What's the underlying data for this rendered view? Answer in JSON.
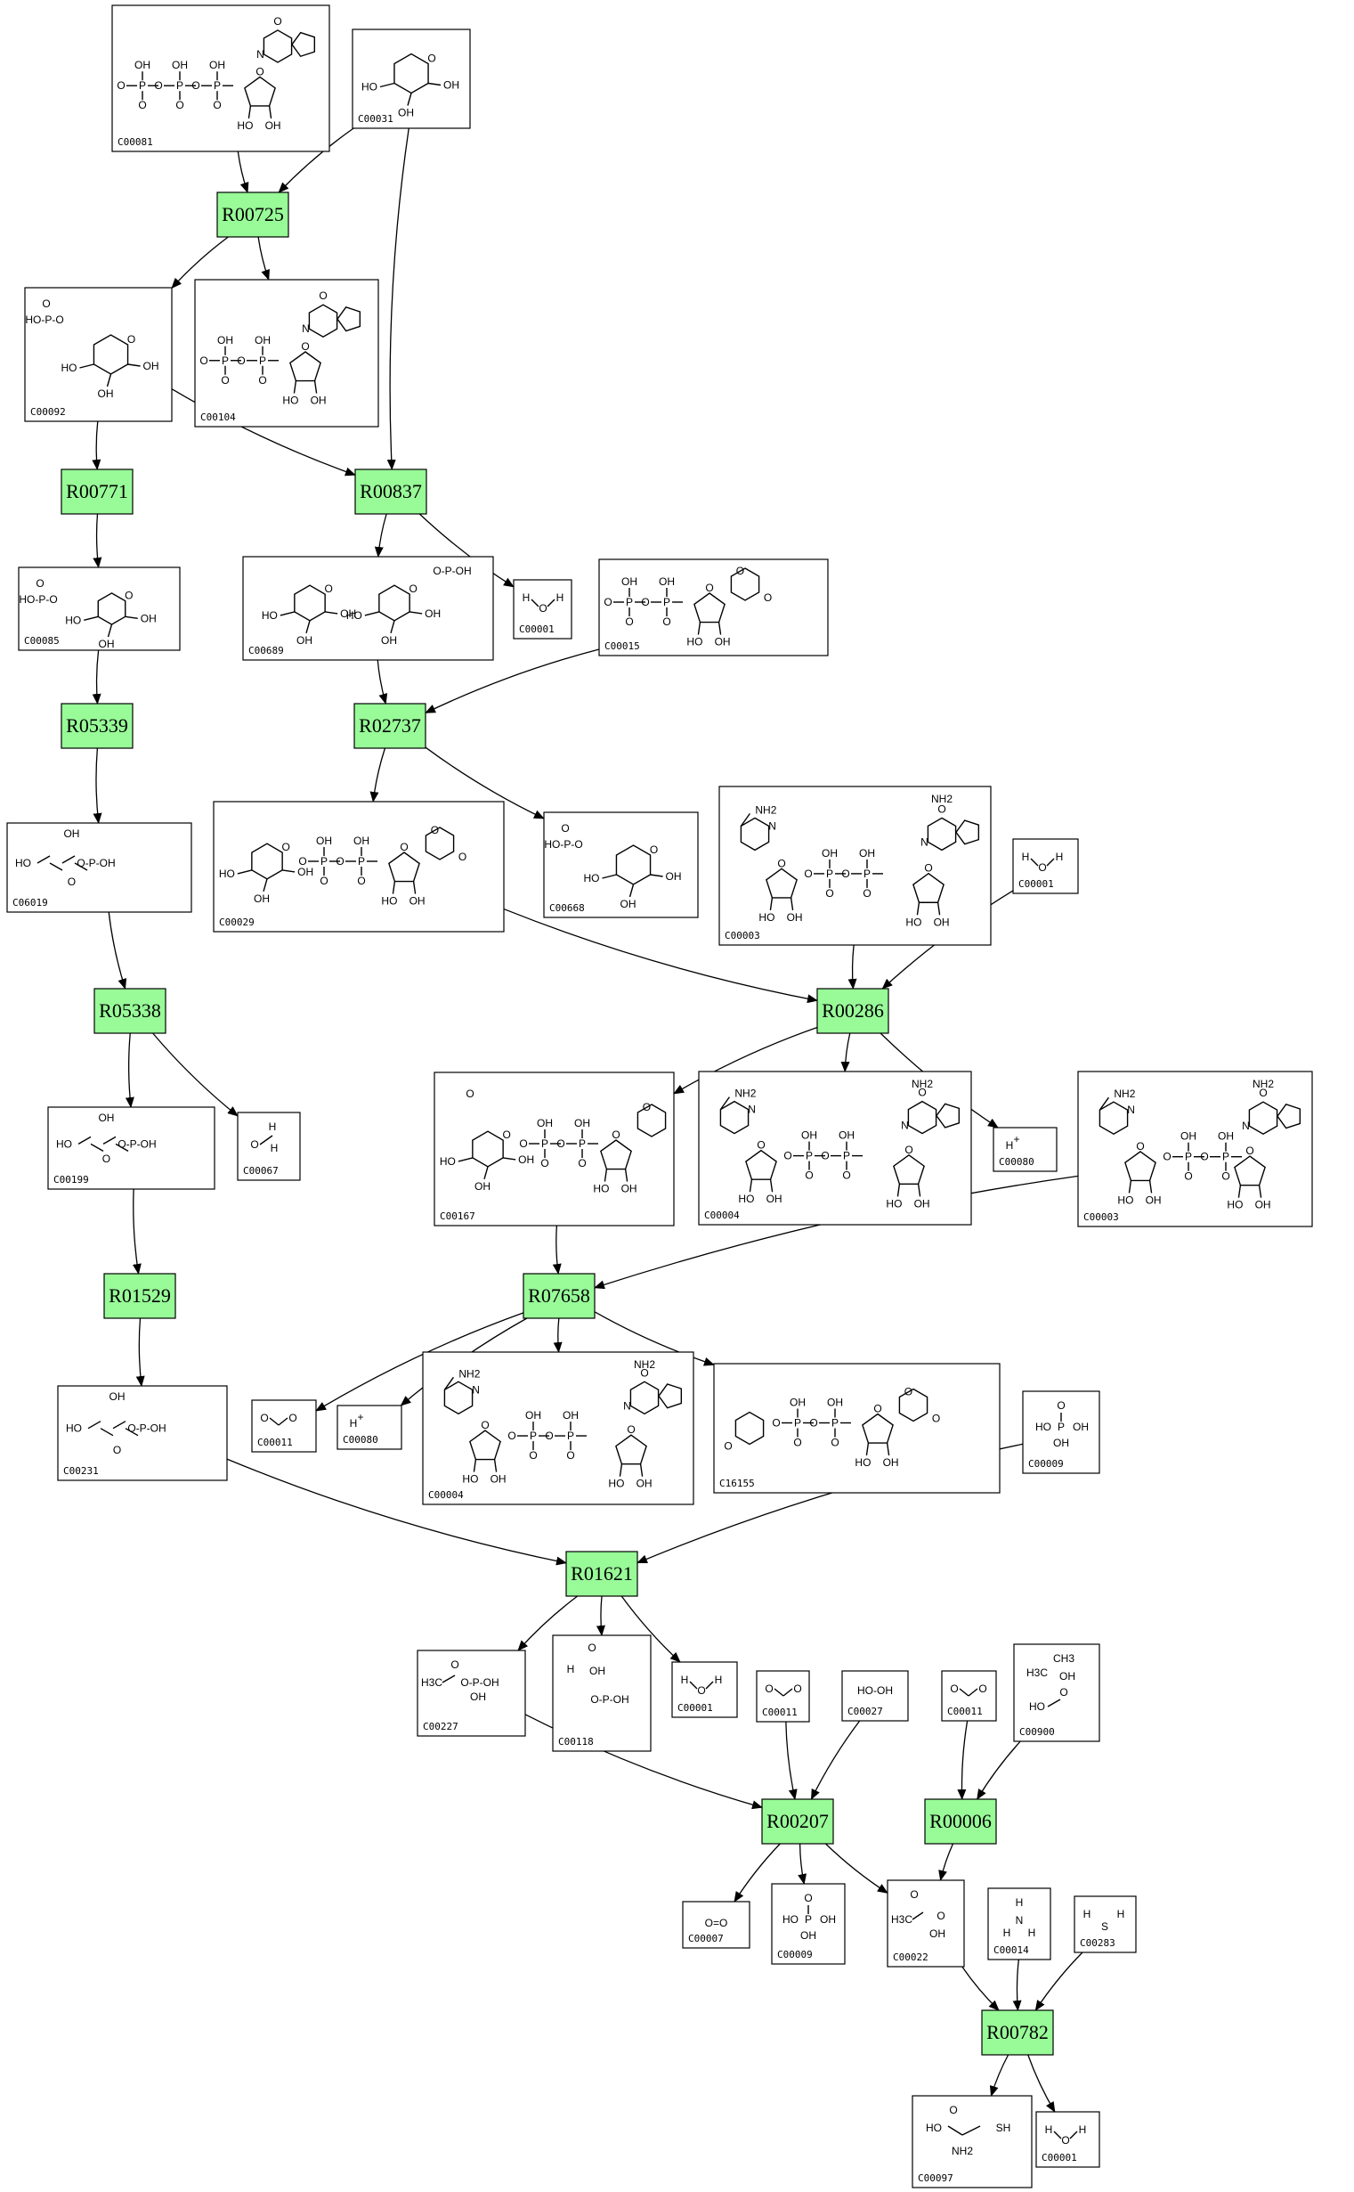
{
  "style": {
    "reaction_fill": "#98fb98",
    "compound_fill": "#ffffff",
    "stroke": "#000000"
  },
  "reactions": [
    {
      "id": "R00725"
    },
    {
      "id": "R00837"
    },
    {
      "id": "R00771"
    },
    {
      "id": "R05339"
    },
    {
      "id": "R02737"
    },
    {
      "id": "R05338"
    },
    {
      "id": "R00286"
    },
    {
      "id": "R01529"
    },
    {
      "id": "R07658"
    },
    {
      "id": "R01621"
    },
    {
      "id": "R00207"
    },
    {
      "id": "R00006"
    },
    {
      "id": "R00782"
    }
  ],
  "compounds": [
    {
      "id": "C00081"
    },
    {
      "id": "C00031"
    },
    {
      "id": "C00092"
    },
    {
      "id": "C00104"
    },
    {
      "id": "C00085"
    },
    {
      "id": "C00689"
    },
    {
      "id": "C00001"
    },
    {
      "id": "C00015"
    },
    {
      "id": "C06019"
    },
    {
      "id": "C00029"
    },
    {
      "id": "C00668"
    },
    {
      "id": "C00003"
    },
    {
      "id": "C00001"
    },
    {
      "id": "C00199"
    },
    {
      "id": "C00067"
    },
    {
      "id": "C00167"
    },
    {
      "id": "C00004"
    },
    {
      "id": "C00080"
    },
    {
      "id": "C00003"
    },
    {
      "id": "C00231"
    },
    {
      "id": "C00011"
    },
    {
      "id": "C00080"
    },
    {
      "id": "C00004"
    },
    {
      "id": "C16155"
    },
    {
      "id": "C00009"
    },
    {
      "id": "C00227"
    },
    {
      "id": "C00118"
    },
    {
      "id": "C00001"
    },
    {
      "id": "C00011"
    },
    {
      "id": "C00027"
    },
    {
      "id": "C00011"
    },
    {
      "id": "C00900"
    },
    {
      "id": "C00007"
    },
    {
      "id": "C00009"
    },
    {
      "id": "C00022"
    },
    {
      "id": "C00014"
    },
    {
      "id": "C00283"
    },
    {
      "id": "C00097"
    },
    {
      "id": "C00001"
    }
  ],
  "edges": [
    [
      "C00081",
      "R00725"
    ],
    [
      "C00031",
      "R00725"
    ],
    [
      "C00031",
      "R00837"
    ],
    [
      "R00725",
      "C00092"
    ],
    [
      "R00725",
      "C00104"
    ],
    [
      "C00092",
      "R00771"
    ],
    [
      "C00092",
      "R00837"
    ],
    [
      "R00837",
      "C00689"
    ],
    [
      "R00837",
      "C00001#0"
    ],
    [
      "R00771",
      "C00085"
    ],
    [
      "C00085",
      "R05339"
    ],
    [
      "R05339",
      "C06019"
    ],
    [
      "C00689",
      "R02737"
    ],
    [
      "C00015",
      "R02737"
    ],
    [
      "R02737",
      "C00029"
    ],
    [
      "R02737",
      "C00668"
    ],
    [
      "C06019",
      "R05338"
    ],
    [
      "R05338",
      "C00199"
    ],
    [
      "R05338",
      "C00067"
    ],
    [
      "C00029",
      "R00286"
    ],
    [
      "C00003#0",
      "R00286"
    ],
    [
      "C00001#1",
      "R00286"
    ],
    [
      "R00286",
      "C00167"
    ],
    [
      "R00286",
      "C00004#0"
    ],
    [
      "R00286",
      "C00080#0"
    ],
    [
      "C00199",
      "R01529"
    ],
    [
      "R01529",
      "C00231"
    ],
    [
      "C00167",
      "R07658"
    ],
    [
      "C00003#1",
      "R07658"
    ],
    [
      "R07658",
      "C00011#0"
    ],
    [
      "R07658",
      "C00080#1"
    ],
    [
      "R07658",
      "C00004#1"
    ],
    [
      "R07658",
      "C16155"
    ],
    [
      "C00231",
      "R01621"
    ],
    [
      "C00009#0",
      "R01621"
    ],
    [
      "R01621",
      "C00227"
    ],
    [
      "R01621",
      "C00118"
    ],
    [
      "R01621",
      "C00001#2"
    ],
    [
      "C00227",
      "R00207"
    ],
    [
      "C00011#1",
      "R00207"
    ],
    [
      "C00027",
      "R00207"
    ],
    [
      "C00011#2",
      "R00006"
    ],
    [
      "C00900",
      "R00006"
    ],
    [
      "R00207",
      "C00007"
    ],
    [
      "R00207",
      "C00009#1"
    ],
    [
      "R00207",
      "C00022"
    ],
    [
      "R00006",
      "C00022"
    ],
    [
      "C00022",
      "R00782"
    ],
    [
      "C00014",
      "R00782"
    ],
    [
      "C00283",
      "R00782"
    ],
    [
      "R00782",
      "C00097"
    ],
    [
      "R00782",
      "C00001#3"
    ]
  ]
}
